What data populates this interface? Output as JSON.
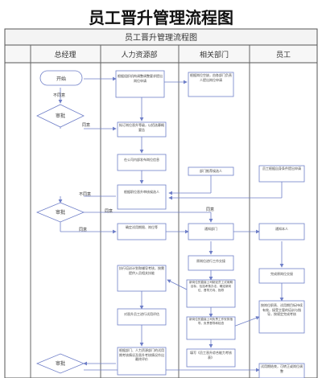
{
  "page_title": "员工晋升管理流程图",
  "flow_title": "员工晋升管理流程图",
  "lanes": [
    "总经理",
    "人力资源部",
    "相关部门",
    "员工"
  ],
  "nodes": {
    "start": "开始",
    "approve_gm_1": "审批",
    "hr_adjust": "根据组织机构调整调整要求提出岗位申请",
    "dept_request": "根据岗位空缺，由各部门负责人提出岗位申请",
    "hr_publish": "拟订岗位晋升等级，以招选募概要告",
    "hr_internal": "在公司内部发布岗位信息",
    "dept_recommend": "部门推荐候选人",
    "emp_apply": "员工根据自身条件提出申请",
    "hr_review": "根据职位晋升审核候选人",
    "approve_gm_2": "审批",
    "hr_notify": "确定试用期限、岗位等",
    "dept_notify": "通知部门",
    "emp_notify": "通知本人",
    "dept_arrange": "原岗位进行工作交接",
    "emp_handover": "完成原岗位交接",
    "dept_plan": "新岗位的直接上司制定员工试用期目标，包括考核办法，确定新岗位、督导方向、指导",
    "hr_train": "执行培训计划和辅导考核，按需提供入员相关技能",
    "dept_supervise": "新岗位的直接上司负责工作安排指导，负责督导和检查",
    "emp_accept": "按岗位职责、试用期目标持续有效，接受主管的培训与指导，按规定完成考核",
    "hr_evaluate": "对晋升员工进行试用评估",
    "hr_result": "根据部门、人力资源部门的试用期考核情况及晋升考核情况作出最终评价",
    "dept_fill": "填写《员工晋升综合能力考核表》",
    "approve_gm_3": "审批",
    "emp_end": "试用期结束，可转正或岗位调整"
  },
  "edges": {
    "disagree_1": "不同意",
    "return_1": "同意",
    "disagree_2": "不同意",
    "agree_2": "同意",
    "disagree_3": "同意",
    "agree_3": "同意"
  }
}
